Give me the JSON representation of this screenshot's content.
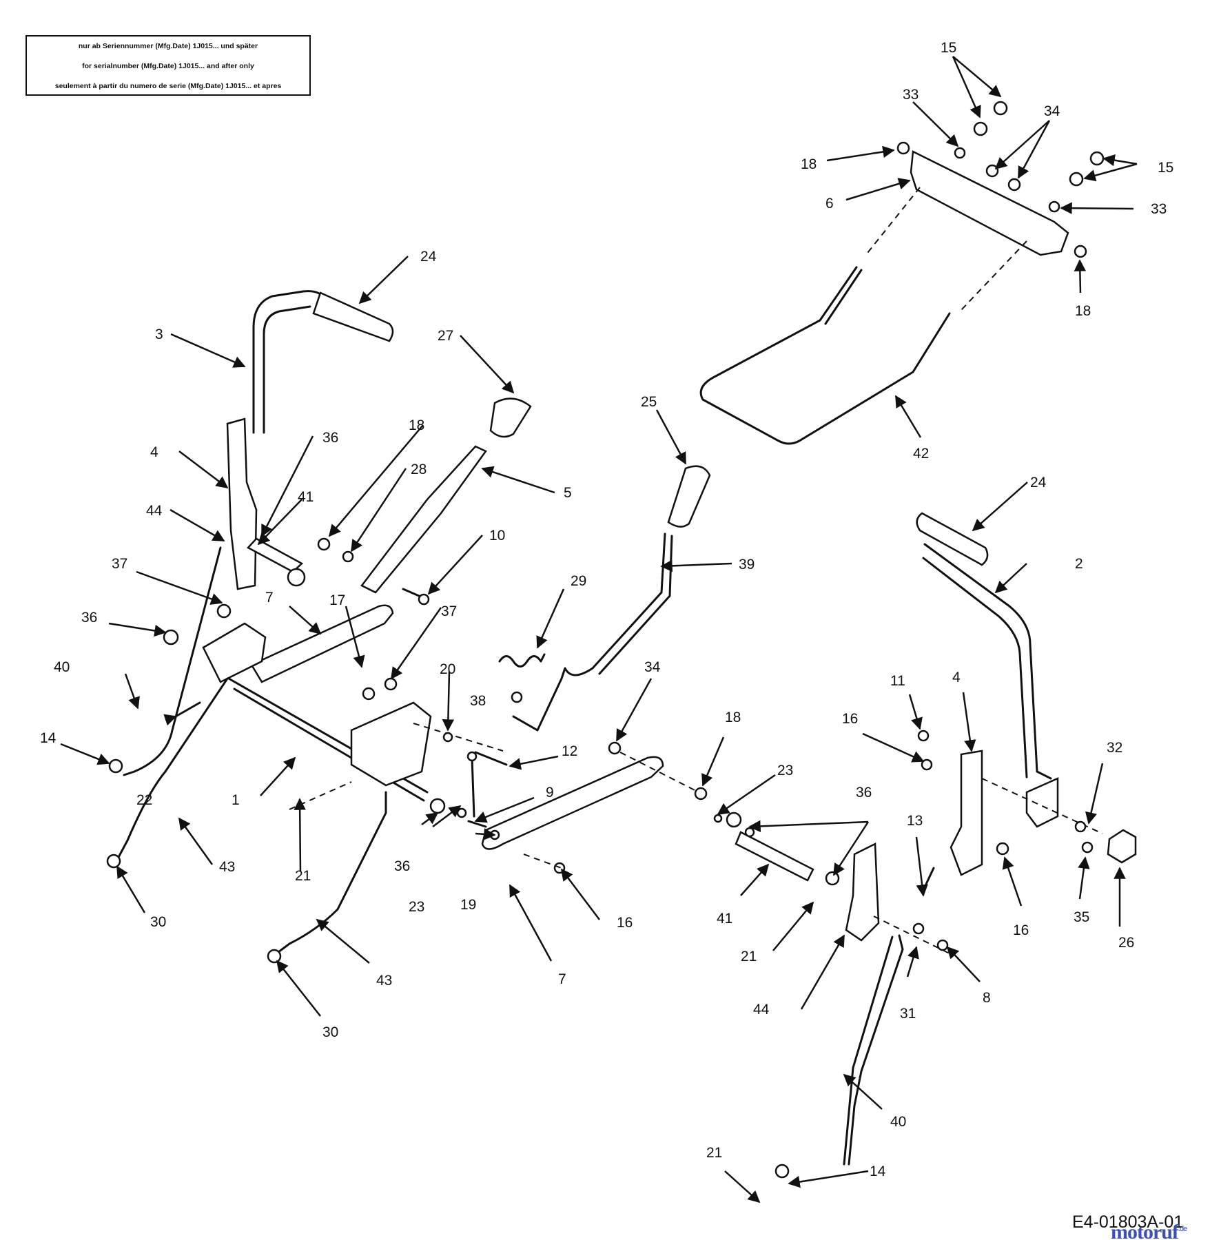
{
  "note": {
    "lines": [
      "nur ab Seriennummer (Mfg.Date) 1J015... und später",
      "for serialnumber (Mfg.Date) 1J015... and after only",
      "seulement à partir du numero de serie (Mfg.Date) 1J015... et apres"
    ]
  },
  "drawing_id": "E4-01803A-01",
  "brand": {
    "name": "motoruf",
    "suffix": ".de",
    "color": "#3a4fb8"
  },
  "callouts": [
    {
      "id": "c15a",
      "label": "15"
    },
    {
      "id": "c33a",
      "label": "33"
    },
    {
      "id": "c34a",
      "label": "34"
    },
    {
      "id": "c18a",
      "label": "18"
    },
    {
      "id": "c15b",
      "label": "15"
    },
    {
      "id": "c33b",
      "label": "33"
    },
    {
      "id": "c6",
      "label": "6"
    },
    {
      "id": "c18b",
      "label": "18"
    },
    {
      "id": "c24a",
      "label": "24"
    },
    {
      "id": "c3",
      "label": "3"
    },
    {
      "id": "c27",
      "label": "27"
    },
    {
      "id": "c25",
      "label": "25"
    },
    {
      "id": "c42",
      "label": "42"
    },
    {
      "id": "c18c",
      "label": "18"
    },
    {
      "id": "c28",
      "label": "28"
    },
    {
      "id": "c36a",
      "label": "36"
    },
    {
      "id": "c4a",
      "label": "4"
    },
    {
      "id": "c5",
      "label": "5"
    },
    {
      "id": "c24b",
      "label": "24"
    },
    {
      "id": "c2",
      "label": "2"
    },
    {
      "id": "c44a",
      "label": "44"
    },
    {
      "id": "c41a",
      "label": "41"
    },
    {
      "id": "c10",
      "label": "10"
    },
    {
      "id": "c39",
      "label": "39"
    },
    {
      "id": "c29",
      "label": "29"
    },
    {
      "id": "c37a",
      "label": "37"
    },
    {
      "id": "c7a",
      "label": "7"
    },
    {
      "id": "c17",
      "label": "17"
    },
    {
      "id": "c37b",
      "label": "37"
    },
    {
      "id": "c36b",
      "label": "36"
    },
    {
      "id": "c40a",
      "label": "40"
    },
    {
      "id": "c20",
      "label": "20"
    },
    {
      "id": "c34b",
      "label": "34"
    },
    {
      "id": "c38",
      "label": "38"
    },
    {
      "id": "c11",
      "label": "11"
    },
    {
      "id": "c4b",
      "label": "4"
    },
    {
      "id": "c14a",
      "label": "14"
    },
    {
      "id": "c22",
      "label": "22"
    },
    {
      "id": "c18d",
      "label": "18"
    },
    {
      "id": "c16a",
      "label": "16"
    },
    {
      "id": "c12",
      "label": "12"
    },
    {
      "id": "c23a",
      "label": "23"
    },
    {
      "id": "c32",
      "label": "32"
    },
    {
      "id": "c1",
      "label": "1"
    },
    {
      "id": "c9",
      "label": "9"
    },
    {
      "id": "c36c",
      "label": "36"
    },
    {
      "id": "c13",
      "label": "13"
    },
    {
      "id": "c21a",
      "label": "21"
    },
    {
      "id": "c43a",
      "label": "43"
    },
    {
      "id": "c36d",
      "label": "36"
    },
    {
      "id": "c23b",
      "label": "23"
    },
    {
      "id": "c19",
      "label": "19"
    },
    {
      "id": "c16b",
      "label": "16"
    },
    {
      "id": "c41b",
      "label": "41"
    },
    {
      "id": "c16c",
      "label": "16"
    },
    {
      "id": "c35",
      "label": "35"
    },
    {
      "id": "c26",
      "label": "26"
    },
    {
      "id": "c30a",
      "label": "30"
    },
    {
      "id": "c7b",
      "label": "7"
    },
    {
      "id": "c21b",
      "label": "21"
    },
    {
      "id": "c43b",
      "label": "43"
    },
    {
      "id": "c44b",
      "label": "44"
    },
    {
      "id": "c31",
      "label": "31"
    },
    {
      "id": "c8",
      "label": "8"
    },
    {
      "id": "c30b",
      "label": "30"
    },
    {
      "id": "c40b",
      "label": "40"
    },
    {
      "id": "c21c",
      "label": "21"
    },
    {
      "id": "c14b",
      "label": "14"
    }
  ]
}
